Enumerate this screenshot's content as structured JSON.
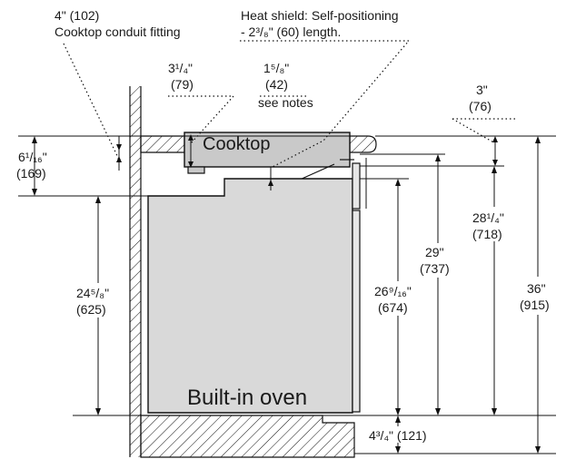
{
  "labels": {
    "conduit_size": "4\" (102)",
    "conduit_text": "Cooktop conduit fitting",
    "heat_shield_1": "Heat shield: Self-positioning",
    "heat_shield_2": "- 2³/₈\" (60) length.",
    "dim_3_1_4_in": "3¹/₄\"",
    "dim_3_1_4_mm": "(79)",
    "dim_1_5_8_in": "1⁵/₈\"",
    "dim_1_5_8_mm": "(42)",
    "see_notes": "see notes",
    "dim_3_in": "3\"",
    "dim_3_mm": "(76)",
    "dim_6_1_16_in": "6¹/₁₆\"",
    "dim_6_1_16_mm": "(169)",
    "dim_24_5_8_in": "24⁵/₈\"",
    "dim_24_5_8_mm": "(625)",
    "dim_26_9_16_in": "26⁹/₁₆\"",
    "dim_26_9_16_mm": "(674)",
    "dim_29_in": "29\"",
    "dim_29_mm": "(737)",
    "dim_28_1_4_in": "28¹/₄\"",
    "dim_28_1_4_mm": "(718)",
    "dim_36_in": "36\"",
    "dim_36_mm": "(915)",
    "dim_4_3_4": "4³/₄\" (121)",
    "cooktop": "Cooktop",
    "oven": "Built-in oven"
  },
  "colors": {
    "line": "#111111",
    "appliance_fill": "#d9d9d9",
    "cooktop_fill": "#c9c9c9",
    "background": "#ffffff"
  }
}
